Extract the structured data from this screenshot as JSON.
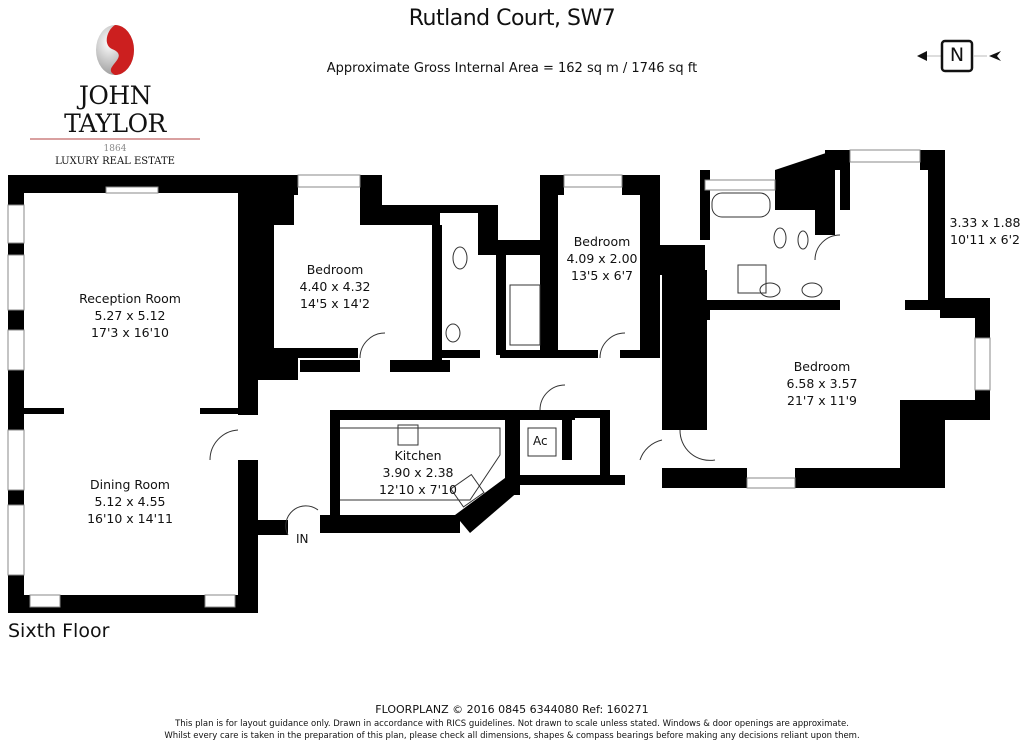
{
  "header": {
    "title": "Rutland Court, SW7",
    "area": "Approximate Gross Internal Area = 162 sq m / 1746 sq ft",
    "compass_label": "N"
  },
  "logo": {
    "brand": "JOHN TAYLOR",
    "year": "1864",
    "tagline": "LUXURY REAL ESTATE",
    "accent": "#cc1f1f"
  },
  "rooms": [
    {
      "name": "Reception Room",
      "metric": "5.27 x 5.12",
      "imperial": "17'3 x 16'10"
    },
    {
      "name": "Dining Room",
      "metric": "5.12 x 4.55",
      "imperial": "16'10 x 14'11"
    },
    {
      "name": "Bedroom",
      "metric": "4.40 x 4.32",
      "imperial": "14'5 x 14'2"
    },
    {
      "name": "Bedroom",
      "metric": "4.09 x 2.00",
      "imperial": "13'5 x 6'7"
    },
    {
      "name": "Bedroom",
      "metric": "6.58 x 3.57",
      "imperial": "21'7 x 11'9"
    },
    {
      "name": "Kitchen",
      "metric": "3.90 x 2.38",
      "imperial": "12'10 x 7'10"
    },
    {
      "name": "",
      "metric": "3.33 x 1.88",
      "imperial": "10'11 x 6'2"
    }
  ],
  "labels": {
    "ac": "Ac",
    "entrance": "IN",
    "floor": "Sixth Floor"
  },
  "footer": {
    "credit": "FLOORPLANZ © 2016   0845 6344080   Ref: 160271",
    "disclaimer1": "This plan is for layout guidance only. Drawn in accordance with RICS guidelines. Not drawn to scale unless stated. Windows & door openings are approximate.",
    "disclaimer2": "Whilst every care is taken in the preparation of this plan, please check all dimensions, shapes & compass bearings before making any decisions reliant upon them."
  }
}
